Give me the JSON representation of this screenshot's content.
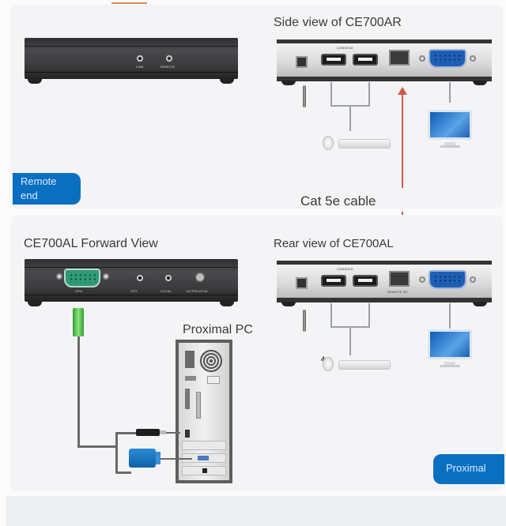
{
  "remote_section": {
    "badge": "Remote end",
    "side_view_title": "Side view of CE700AR",
    "front_unit": {
      "led_labels": [
        "LINK",
        "REMOTE"
      ]
    },
    "side_unit": {
      "console_label": "CONSOLE"
    }
  },
  "cable_label": "Cat 5e cable",
  "proximal_section": {
    "badge": "Proximal",
    "forward_view_title": "CE700AL Forward View",
    "rear_view_title": "Rear view of CE700AL",
    "pc_label": "Proximal PC",
    "forward_unit": {
      "port_labels": [
        "CPU",
        "OTS",
        "LOCAL",
        "AUTO/LOCAL"
      ]
    },
    "rear_unit": {
      "console_label": "CONSOLE",
      "remote_io_label": "REMOTE I/O"
    },
    "mouse_marker": "4"
  },
  "colors": {
    "badge_blue": "#0b6fc1",
    "cable_red": "#d05a45",
    "vga_blue": "#1e5fb6",
    "vga_green": "#2f9a75",
    "accent_orange": "#d9875a"
  },
  "icons": [
    "kvm-extender-icon",
    "usb-port-icon",
    "rj45-port-icon",
    "vga-port-icon",
    "monitor-icon",
    "keyboard-icon",
    "mouse-icon",
    "pc-tower-icon",
    "power-plug-icon"
  ]
}
